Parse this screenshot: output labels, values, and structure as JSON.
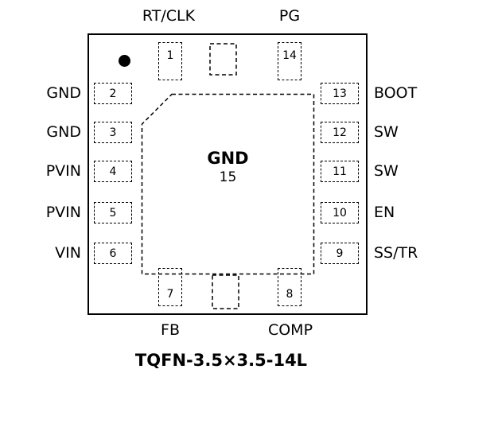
{
  "caption": "TQFN-3.5×3.5-14L",
  "package": {
    "thermal_pad": {
      "label": "GND",
      "number": "15"
    },
    "pins": {
      "top": [
        {
          "number": "1",
          "label": "RT/CLK"
        },
        {
          "number": "14",
          "label": "PG"
        }
      ],
      "left": [
        {
          "number": "2",
          "label": "GND"
        },
        {
          "number": "3",
          "label": "GND"
        },
        {
          "number": "4",
          "label": "PVIN"
        },
        {
          "number": "5",
          "label": "PVIN"
        },
        {
          "number": "6",
          "label": "VIN"
        }
      ],
      "right": [
        {
          "number": "13",
          "label": "BOOT"
        },
        {
          "number": "12",
          "label": "SW"
        },
        {
          "number": "11",
          "label": "SW"
        },
        {
          "number": "10",
          "label": "EN"
        },
        {
          "number": "9",
          "label": "SS/TR"
        }
      ],
      "bottom": [
        {
          "number": "7",
          "label": "FB"
        },
        {
          "number": "8",
          "label": "COMP"
        }
      ]
    }
  },
  "colors": {
    "line": "#000000",
    "background": "#ffffff"
  }
}
